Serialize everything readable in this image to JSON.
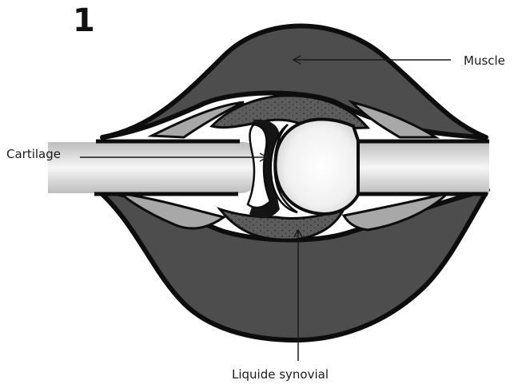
{
  "figure_number": "1",
  "labels": {
    "muscle": "Muscle",
    "cartilage": "Cartilage",
    "synovial_fluid": "Liquide synovial"
  },
  "colors": {
    "muscle": "#4d4d4d",
    "outline": "#0d0d0d",
    "bone_shadow": "#c9c9c9",
    "bone_highlight": "#fbfbfb",
    "cartilage": "#ffffff",
    "synovial_fluid": "#5a5a5a",
    "ligament": "#a8a8a8"
  }
}
